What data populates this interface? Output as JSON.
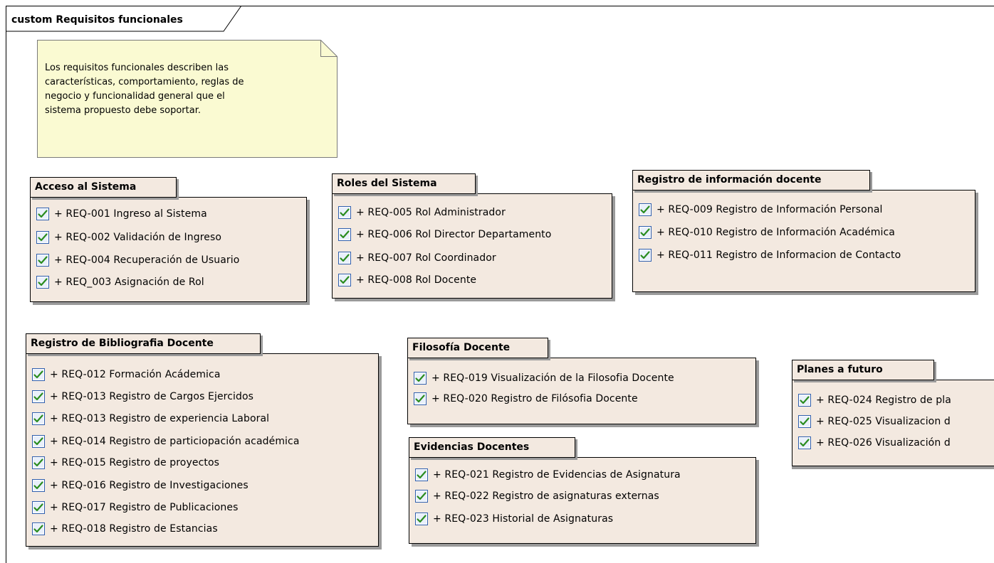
{
  "frame": {
    "label": "custom Requisitos funcionales"
  },
  "note": {
    "lines": [
      "Los requisitos funcionales describen las",
      "características, comportamiento, reglas de",
      "negocio y funcionalidad general que el",
      "sistema propuesto debe soportar."
    ]
  },
  "colors": {
    "package_fill": "#f3e9e0",
    "note_fill": "#fafad2",
    "shadow": "#9a9a9a",
    "icon_border": "#2f5fae",
    "icon_check": "#2a8c1e"
  },
  "icons": {
    "requirement": "requirement-check-icon"
  },
  "packages": [
    {
      "title": "Acceso al Sistema",
      "items": [
        "+ REQ-001 Ingreso al Sistema",
        "+ REQ-002 Validación de Ingreso",
        "+ REQ-004 Recuperación de Usuario",
        "+ REQ_003 Asignación de Rol"
      ]
    },
    {
      "title": "Roles del Sistema",
      "items": [
        "+ REQ-005 Rol Administrador",
        "+ REQ-006 Rol Director Departamento",
        "+ REQ-007 Rol Coordinador",
        "+ REQ-008 Rol Docente"
      ]
    },
    {
      "title": "Registro de información docente",
      "items": [
        "+ REQ-009 Registro de Información Personal",
        "+ REQ-010 Registro de Información Académica",
        "+ REQ-011 Registro de Informacion de Contacto"
      ]
    },
    {
      "title": "Registro de Bibliografia Docente",
      "items": [
        "+ REQ-012 Formación Acádemica",
        "+ REQ-013 Registro de Cargos Ejercidos",
        "+ REQ-013 Registro de experiencia Laboral",
        "+ REQ-014 Registro de particiopación académica",
        "+ REQ-015 Registro de proyectos",
        "+ REQ-016 Registro de Investigaciones",
        "+ REQ-017 Registro de Publicaciones",
        "+ REQ-018 Registro de Estancias"
      ]
    },
    {
      "title": "Filosofía Docente",
      "items": [
        "+ REQ-019 Visualización de la Filosofia Docente",
        "+ REQ-020 Registro de Filósofia Docente"
      ]
    },
    {
      "title": "Evidencias Docentes",
      "items": [
        "+ REQ-021 Registro de Evidencias de Asignatura",
        "+ REQ-022 Registro de asignaturas externas",
        "+ REQ-023 Historial de Asignaturas"
      ]
    },
    {
      "title": "Planes a futuro",
      "items": [
        "+ REQ-024  Registro de pla",
        "+ REQ-025 Visualizacion d",
        "+ REQ-026 Visualización d"
      ]
    }
  ]
}
